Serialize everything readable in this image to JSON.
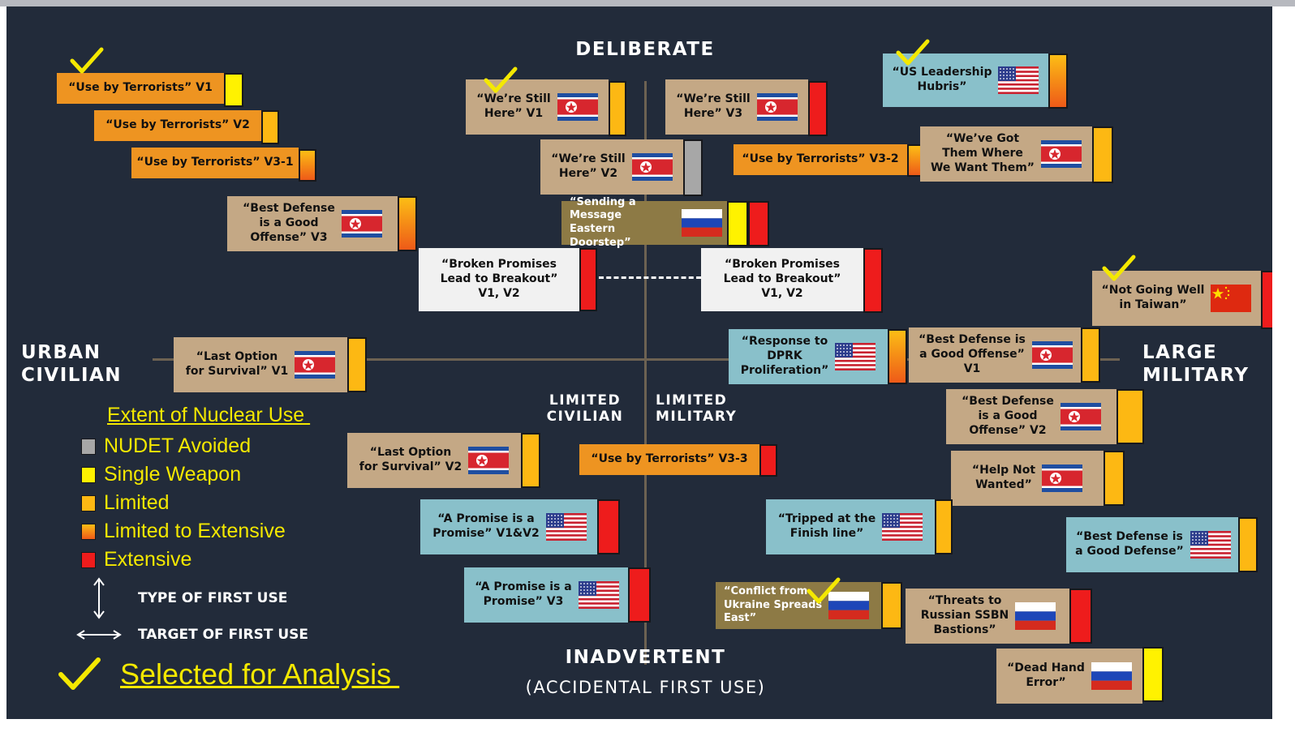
{
  "axes": {
    "top": "DELIBERATE",
    "bottom": "INADVERTENT",
    "bottom_sub": "(ACCIDENTAL FIRST USE)",
    "left_1": "URBAN",
    "left_2": "CIVILIAN",
    "right_1": "LARGE",
    "right_2": "MILITARY",
    "center_left_1": "LIMITED",
    "center_left_2": "CIVILIAN",
    "center_right_1": "LIMITED",
    "center_right_2": "MILITARY"
  },
  "legend": {
    "title": "Extent of Nuclear Use ",
    "items": [
      {
        "label": "NUDET Avoided",
        "key": "nudet"
      },
      {
        "label": "Single Weapon",
        "key": "single"
      },
      {
        "label": "Limited",
        "key": "limited"
      },
      {
        "label": "Limited to Extensive",
        "key": "range"
      },
      {
        "label": "Extensive",
        "key": "extensive"
      }
    ],
    "type_label": "TYPE OF FIRST USE",
    "target_label": "TARGET OF FIRST USE",
    "selected_label": "Selected for Analysis "
  },
  "colors": {
    "background": "#222b3a",
    "legend_text": "#f4e800",
    "nudet": "#a7a7a7",
    "single": "#fff200",
    "limited": "#fdb813",
    "extensive": "#ee1c1c",
    "check": "#f4e800"
  },
  "scenarios": [
    {
      "id": "use-by-terrorists-v1",
      "text": "“Use by Terrorists” V1",
      "flag": null,
      "extent": "single",
      "selected": true
    },
    {
      "id": "use-by-terrorists-v2",
      "text": "“Use by Terrorists” V2",
      "flag": null,
      "extent": "limited",
      "selected": false
    },
    {
      "id": "use-by-terrorists-v3-1",
      "text": "“Use by Terrorists” V3-1",
      "flag": null,
      "extent": "range",
      "selected": false
    },
    {
      "id": "best-defense-offense-v3",
      "text": "“Best Defense\nis a Good\nOffense” V3",
      "flag": "north-korea",
      "extent": "range",
      "selected": false
    },
    {
      "id": "were-still-here-v1",
      "text": "“We’re Still\nHere” V1",
      "flag": "north-korea",
      "extent": "limited",
      "selected": true
    },
    {
      "id": "were-still-here-v3",
      "text": "“We’re Still\nHere” V3",
      "flag": "north-korea",
      "extent": "extensive",
      "selected": false
    },
    {
      "id": "were-still-here-v2",
      "text": "“We’re Still\nHere” V2",
      "flag": "north-korea",
      "extent": "nudet",
      "selected": false
    },
    {
      "id": "us-leadership-hubris",
      "text": "“US Leadership\nHubris”",
      "flag": "united-states",
      "extent": "range",
      "selected": true
    },
    {
      "id": "use-by-terrorists-v3-2",
      "text": "“Use by Terrorists” V3-2",
      "flag": null,
      "extent": "range",
      "selected": false
    },
    {
      "id": "weve-got-them",
      "text": "“We’ve Got\nThem Where\nWe Want Them”",
      "flag": "north-korea",
      "extent": "limited",
      "selected": false
    },
    {
      "id": "sending-a-message",
      "text": "“Sending a Message\nEastern Doorstep”",
      "flag": "russia",
      "extent": "single+extensive",
      "selected": false
    },
    {
      "id": "broken-promises-left",
      "text": "“Broken Promises\nLead to Breakout”\nV1, V2",
      "flag": null,
      "extent": "extensive",
      "selected": false
    },
    {
      "id": "broken-promises-right",
      "text": "“Broken Promises\nLead to Breakout”\nV1, V2",
      "flag": null,
      "extent": "extensive",
      "selected": false
    },
    {
      "id": "not-going-well-taiwan",
      "text": "“Not Going Well\nin Taiwan”",
      "flag": "china",
      "extent": "extensive",
      "selected": true
    },
    {
      "id": "last-option-v1",
      "text": "“Last Option\nfor Survival” V1",
      "flag": "north-korea",
      "extent": "limited",
      "selected": false
    },
    {
      "id": "response-to-dprk",
      "text": "“Response to\nDPRK\nProliferation”",
      "flag": "united-states",
      "extent": "range",
      "selected": false
    },
    {
      "id": "best-defense-offense-v1",
      "text": "“Best Defense is\na Good Offense”\nV1",
      "flag": "north-korea",
      "extent": "limited",
      "selected": false
    },
    {
      "id": "best-defense-offense-v2",
      "text": "“Best Defense\nis a Good\nOffense” V2",
      "flag": "north-korea",
      "extent": "limited",
      "selected": false
    },
    {
      "id": "last-option-v2",
      "text": "“Last Option\nfor Survival” V2",
      "flag": "north-korea",
      "extent": "limited",
      "selected": false
    },
    {
      "id": "use-by-terrorists-v3-3",
      "text": "“Use by Terrorists” V3-3",
      "flag": null,
      "extent": "extensive",
      "selected": false
    },
    {
      "id": "help-not-wanted",
      "text": "“Help Not\nWanted”",
      "flag": "north-korea",
      "extent": "limited",
      "selected": false
    },
    {
      "id": "promise-v1-v2",
      "text": "“A Promise is a\nPromise” V1&V2",
      "flag": "united-states",
      "extent": "extensive",
      "selected": false
    },
    {
      "id": "tripped-at-finish",
      "text": "“Tripped at the\nFinish line”",
      "flag": "united-states",
      "extent": "limited",
      "selected": false
    },
    {
      "id": "best-defense-good-defense",
      "text": "“Best Defense is\na Good Defense”",
      "flag": "united-states",
      "extent": "limited",
      "selected": false
    },
    {
      "id": "promise-v3",
      "text": "“A Promise is a\nPromise” V3",
      "flag": "united-states",
      "extent": "extensive",
      "selected": false
    },
    {
      "id": "conflict-from-ukraine",
      "text": "“Conflict from\nUkraine Spreads\nEast”",
      "flag": "russia",
      "extent": "limited",
      "selected": true
    },
    {
      "id": "threats-ssbn-bastions",
      "text": "“Threats to\nRussian SSBN\nBastions”",
      "flag": "russia",
      "extent": "extensive",
      "selected": false
    },
    {
      "id": "dead-hand-error",
      "text": "“Dead Hand\nError”",
      "flag": "russia",
      "extent": "single",
      "selected": false
    }
  ]
}
